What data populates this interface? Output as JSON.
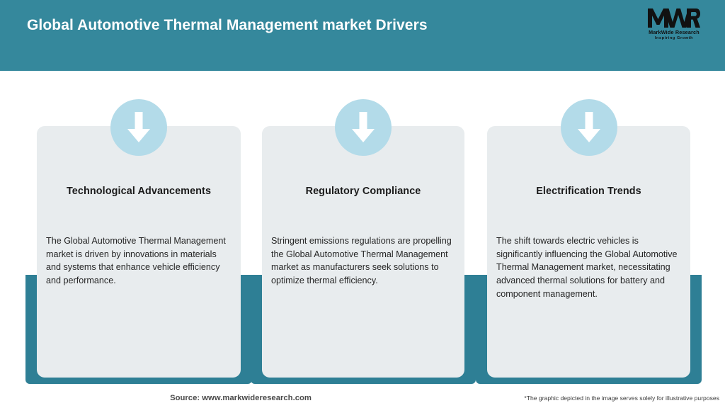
{
  "header": {
    "title": "Global Automotive Thermal Management market Drivers",
    "background_color": "#35889c",
    "title_color": "#ffffff",
    "logo": {
      "mark": "MWR",
      "name": "MarkWide Research",
      "tagline": "Inspiring Growth"
    }
  },
  "cards": [
    {
      "icon": "down-arrow-icon",
      "title": "Technological Advancements",
      "body": "The Global Automotive Thermal Management market is driven by innovations in materials and systems that enhance vehicle efficiency and performance."
    },
    {
      "icon": "down-arrow-icon",
      "title": "Regulatory Compliance",
      "body": "Stringent emissions regulations are propelling the Global Automotive Thermal Management market as manufacturers seek solutions to optimize thermal efficiency."
    },
    {
      "icon": "down-arrow-icon",
      "title": "Electrification Trends",
      "body": "The shift towards electric vehicles is significantly influencing the Global Automotive Thermal Management market, necessitating advanced thermal solutions for battery and component management."
    }
  ],
  "footer": {
    "source": "Source: www.markwideresearch.com",
    "disclaimer": "*The graphic depicted in the image serves solely for illustrative purposes"
  },
  "colors": {
    "header_teal": "#35889c",
    "bracket_teal": "#2e7f95",
    "card_grey": "#e8ecee",
    "circle_blue": "#b3dbe9",
    "arrow_white": "#ffffff",
    "page_background": "#ffffff"
  }
}
